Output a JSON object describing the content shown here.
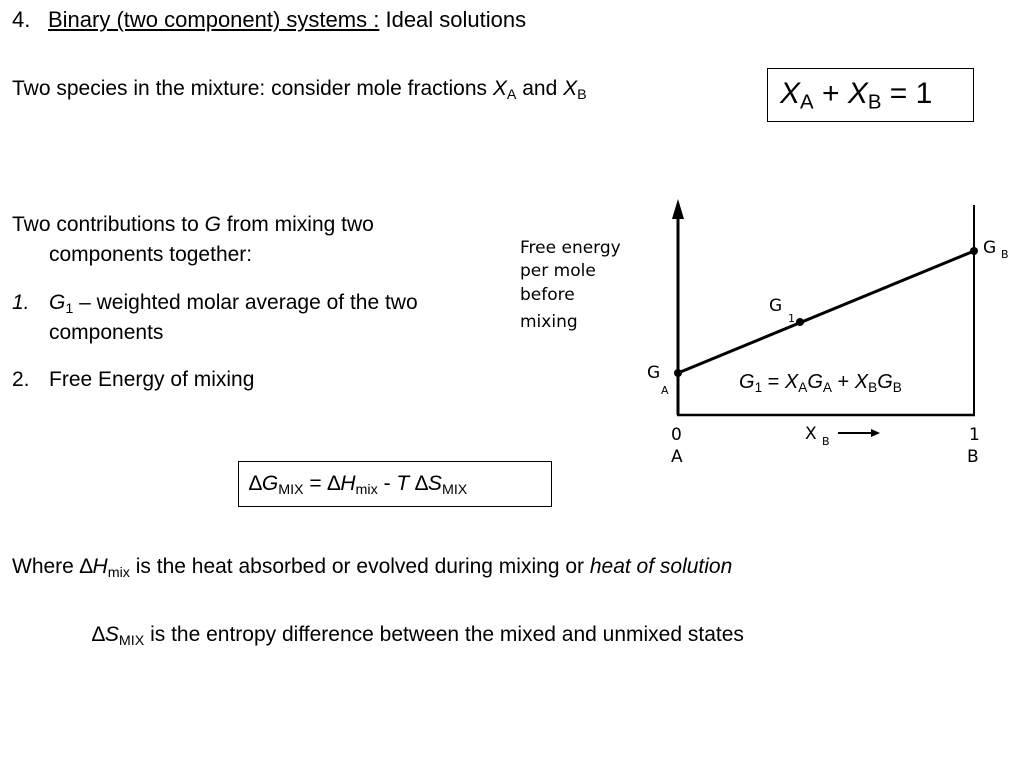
{
  "heading": {
    "number": "4.",
    "underlined": "Binary (two component) systems :",
    "rest": "Ideal solutions"
  },
  "intro": {
    "prefix": "Two species in the mixture: consider mole fractions ",
    "var_a": "X",
    "sub_a": "A",
    "and": " and ",
    "var_b": "X",
    "sub_b": "B"
  },
  "equation_sum": {
    "x1": "X",
    "s1": "A",
    "plus": " + ",
    "x2": "X",
    "s2": "B",
    "eq": " = 1"
  },
  "contributions": {
    "line1_prefix": "Two contributions to ",
    "line1_var": "G",
    "line1_suffix": " from mixing two",
    "line2": "components together:",
    "item1_num": "1.",
    "item1_var": "G",
    "item1_sub": "1",
    "item1_text": " – weighted molar average of the two",
    "item1_line2": "components",
    "item2_num": "2.",
    "item2_text": "Free Energy of mixing"
  },
  "diagram": {
    "ylabel_lines": [
      "Free energy",
      "per mole",
      "before",
      "mixing"
    ],
    "ga_main": "G",
    "ga_sub": "A",
    "g1_main": "G",
    "g1_sub": "1",
    "gb_main": "G",
    "gb_sub": "B",
    "x_zero": "0",
    "x_zero_sub": "A",
    "x_one": "1",
    "x_one_sub": "B",
    "x_axis_main": "X",
    "x_axis_sub": "B",
    "formula": {
      "g": "G",
      "g_sub": "1",
      "eq": " = ",
      "xa": "X",
      "xa_sub": "A",
      "ga": "G",
      "ga_sub": "A",
      "plus": " + ",
      "xb": "X",
      "xb_sub": "B",
      "gb": "G",
      "gb_sub": "B"
    }
  },
  "equation_mix": {
    "d1": "∆",
    "g": "G",
    "g_sub": "MIX",
    "eq": " = ",
    "d2": "∆",
    "h": "H",
    "h_sub": "mix",
    "minus": " - ",
    "t": "T",
    "d3": " ∆",
    "s": "S",
    "s_sub": "MIX"
  },
  "where": {
    "prefix": "Where ",
    "delta": "∆",
    "h": "H",
    "h_sub": "mix",
    "text": " is the heat absorbed or evolved during mixing or ",
    "italic_text": "heat of solution"
  },
  "entropy": {
    "delta": "∆",
    "s": "S",
    "s_sub": "MIX",
    "text": " is the entropy difference between the mixed and unmixed states"
  }
}
